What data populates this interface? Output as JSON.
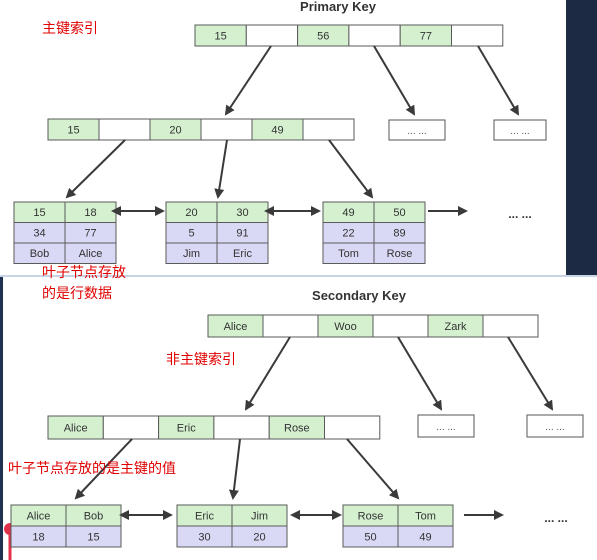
{
  "colors": {
    "key_fill": "#d4f0cf",
    "empty_fill": "#ffffff",
    "record_fill": "#d9d9f5",
    "text": "#333333",
    "annotation": "#e00000",
    "edge": "#3a3a3a",
    "top_right_strip": "#1c2a44",
    "bottom_left_strip": "#203050"
  },
  "primary": {
    "title": "Primary Key",
    "annotation": "主键索引",
    "leaf_annotation": [
      "叶子节点存放",
      "的是行数据"
    ],
    "root": {
      "cells": [
        "15",
        "",
        "56",
        "",
        "77",
        ""
      ]
    },
    "internal": {
      "cells": [
        "15",
        "",
        "20",
        "",
        "49",
        ""
      ]
    },
    "ellipsis_nodes": [
      "... ...",
      "... ..."
    ],
    "leaves": [
      {
        "keys": [
          "15",
          "18"
        ],
        "row2": [
          "34",
          "77"
        ],
        "row3": [
          "Bob",
          "Alice"
        ]
      },
      {
        "keys": [
          "20",
          "30"
        ],
        "row2": [
          "5",
          "91"
        ],
        "row3": [
          "Jim",
          "Eric"
        ]
      },
      {
        "keys": [
          "49",
          "50"
        ],
        "row2": [
          "22",
          "89"
        ],
        "row3": [
          "Tom",
          "Rose"
        ]
      }
    ],
    "trailing_ellipsis": "... ..."
  },
  "secondary": {
    "title": "Secondary Key",
    "annotation": "非主键索引",
    "leaf_annotation": "叶子节点存放的是主键的值",
    "root": {
      "cells": [
        "Alice",
        "",
        "Woo",
        "",
        "Zark",
        ""
      ]
    },
    "internal": {
      "cells": [
        "Alice",
        "",
        "Eric",
        "",
        "Rose",
        ""
      ]
    },
    "ellipsis_nodes": [
      "... ...",
      "... ..."
    ],
    "leaves": [
      {
        "keys": [
          "Alice",
          "Bob"
        ],
        "values": [
          "18",
          "15"
        ]
      },
      {
        "keys": [
          "Eric",
          "Jim"
        ],
        "values": [
          "30",
          "20"
        ]
      },
      {
        "keys": [
          "Rose",
          "Tom"
        ],
        "values": [
          "50",
          "49"
        ]
      }
    ],
    "trailing_ellipsis": "... ..."
  }
}
